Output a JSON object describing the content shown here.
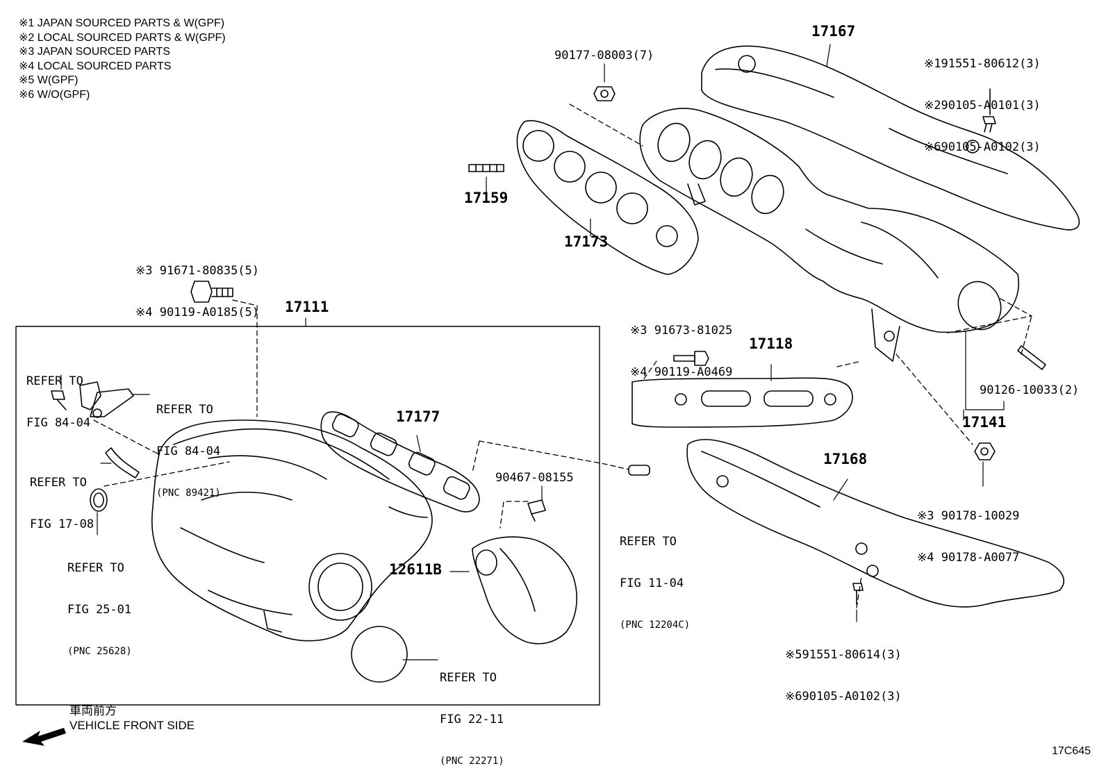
{
  "legend": [
    "※1 JAPAN SOURCED PARTS & W(GPF)",
    "※2 LOCAL SOURCED PARTS & W(GPF)",
    "※3 JAPAN SOURCED PARTS",
    "※4 LOCAL SOURCED PARTS",
    "※5 W(GPF)",
    "※6 W/O(GPF)"
  ],
  "part_numbers": {
    "p17167": "17167",
    "p17159": "17159",
    "p17173": "17173",
    "p17111": "17111",
    "p17177": "17177",
    "p17118": "17118",
    "p17141": "17141",
    "p17168": "17168",
    "p12611B": "12611B"
  },
  "callouts": {
    "nut_90177": "90177-08003(7)",
    "bolt_heat_upper": [
      "※191551-80612(3)",
      "※290105-A0101(3)",
      "※690105-A0102(3)"
    ],
    "bolt_intake": [
      "※3 91671-80835(5)",
      "※4 90119-A0185(5)"
    ],
    "bolt_bracket": [
      "※3 91673-81025",
      "※4 90119-A0469"
    ],
    "stud_90126": "90126-10033(2)",
    "nut_90178": [
      "※3 90178-10029",
      "※4 90178-A0077"
    ],
    "clip_90467": "90467-08155",
    "bolt_heat_lower": [
      "※591551-80614(3)",
      "※690105-A0102(3)"
    ]
  },
  "refer": {
    "fig_84_04_a": [
      "REFER TO",
      "FIG 84-04"
    ],
    "fig_84_04_b": [
      "REFER TO",
      "FIG 84-04",
      "(PNC 89421)"
    ],
    "fig_17_08": [
      "REFER TO",
      "FIG 17-08"
    ],
    "fig_25_01": [
      "REFER TO",
      "FIG 25-01",
      "(PNC 25628)"
    ],
    "fig_11_04": [
      "REFER TO",
      "FIG 11-04",
      "(PNC 12204C)"
    ],
    "fig_22_11": [
      "REFER TO",
      "FIG 22-11",
      "(PNC 22271)"
    ]
  },
  "front_side": {
    "japanese": "車両前方",
    "english": "VEHICLE FRONT SIDE"
  },
  "figure_id": "17C645"
}
